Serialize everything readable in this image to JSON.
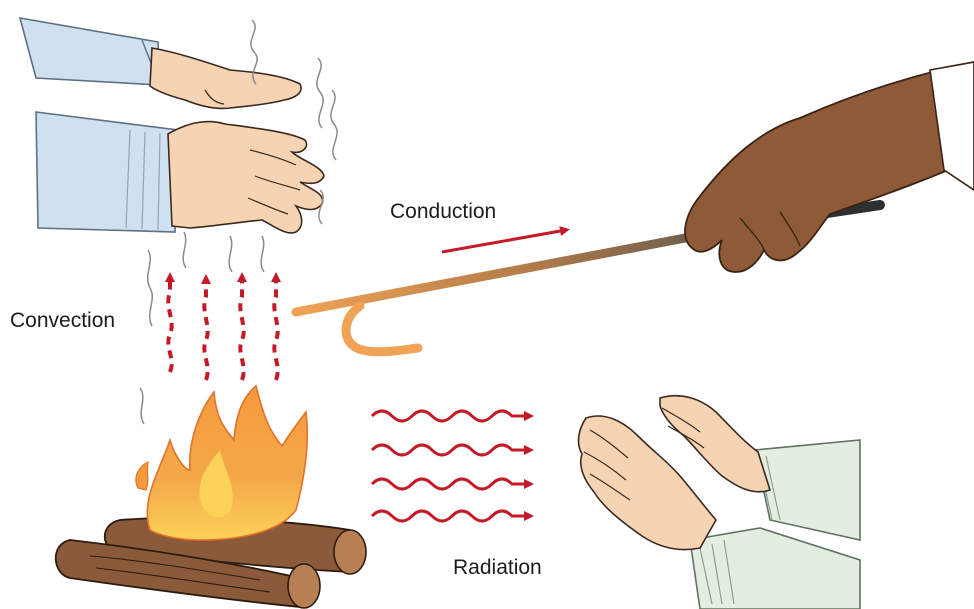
{
  "labels": {
    "conduction": "Conduction",
    "convection": "Convection",
    "radiation": "Radiation"
  },
  "colors": {
    "arrow_red": "#c41a28",
    "flame_orange": "#f2801e",
    "flame_yellow": "#fbd257",
    "log_brown": "#8a5a3a",
    "glove_brown": "#8e5a37",
    "skin": "#f6d3b3",
    "sleeve_blue": "#cfe0ef",
    "sleeve_green": "#e3ede1",
    "rod_orange": "#f0a354",
    "rod_dark": "#4a4f4f"
  }
}
